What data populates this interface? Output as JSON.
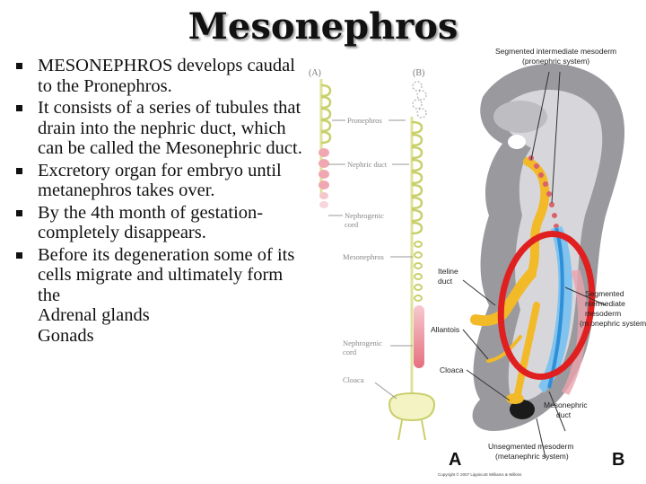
{
  "title": "Mesonephros",
  "bullets": [
    "MESONEPHROS develops caudal to the Pronephros.",
    "It consists of a series of tubules that drain into the nephric duct, which can be called the Mesonephric duct.",
    "Excretory organ for embryo until metanephros takes over.",
    "By the 4th month of gestation-completely disappears.",
    "Before its degeneration some of its cells migrate and ultimately form the"
  ],
  "sub_items": [
    "Adrenal glands",
    "Gonads"
  ],
  "figure_left": {
    "panel_a": "(A)",
    "panel_b": "(B)",
    "labels": {
      "pronephros": "Pronephros",
      "nephric_duct": "Nephric duct",
      "nephrogenic_cord_1a": "Nephrogenic",
      "nephrogenic_cord_1b": "cord",
      "mesonephros": "Mesonephros",
      "nephrogenic_cord_2a": "Nephrogenic",
      "nephrogenic_cord_2b": "cord",
      "cloaca": "Cloaca"
    }
  },
  "figure_right": {
    "labels": {
      "seg_top_1": "Segmented intermediate mesoderm",
      "seg_top_2": "(pronephric system)",
      "vitelline_1": "Iteline",
      "vitelline_2": "duct",
      "allantois": "Allantois",
      "cloaca": "Cloaca",
      "seg_mid_1": "Segmented",
      "seg_mid_2": "ntermediate",
      "seg_mid_3": "mesoderm",
      "seg_mid_4": "(m  onephric system)",
      "meso_duct_1": "Mesonephric",
      "meso_duct_2": "duct",
      "unseg_1": "Unsegmented mesoderm",
      "unseg_2": "(metanephric system)",
      "panel_a": "A",
      "panel_b": "B",
      "copyright": "Copyright © 2007 Lippincott Williams & Wilkins"
    }
  },
  "colors": {
    "embryo_gray": "#8c8c90",
    "embryo_light": "#d6d6da",
    "yolk": "#f2b928",
    "duct_blue": "#2f8fd8",
    "highlight_red": "#e02020",
    "tubule_green": "#d8dc8a",
    "pink": "#e98a98"
  }
}
